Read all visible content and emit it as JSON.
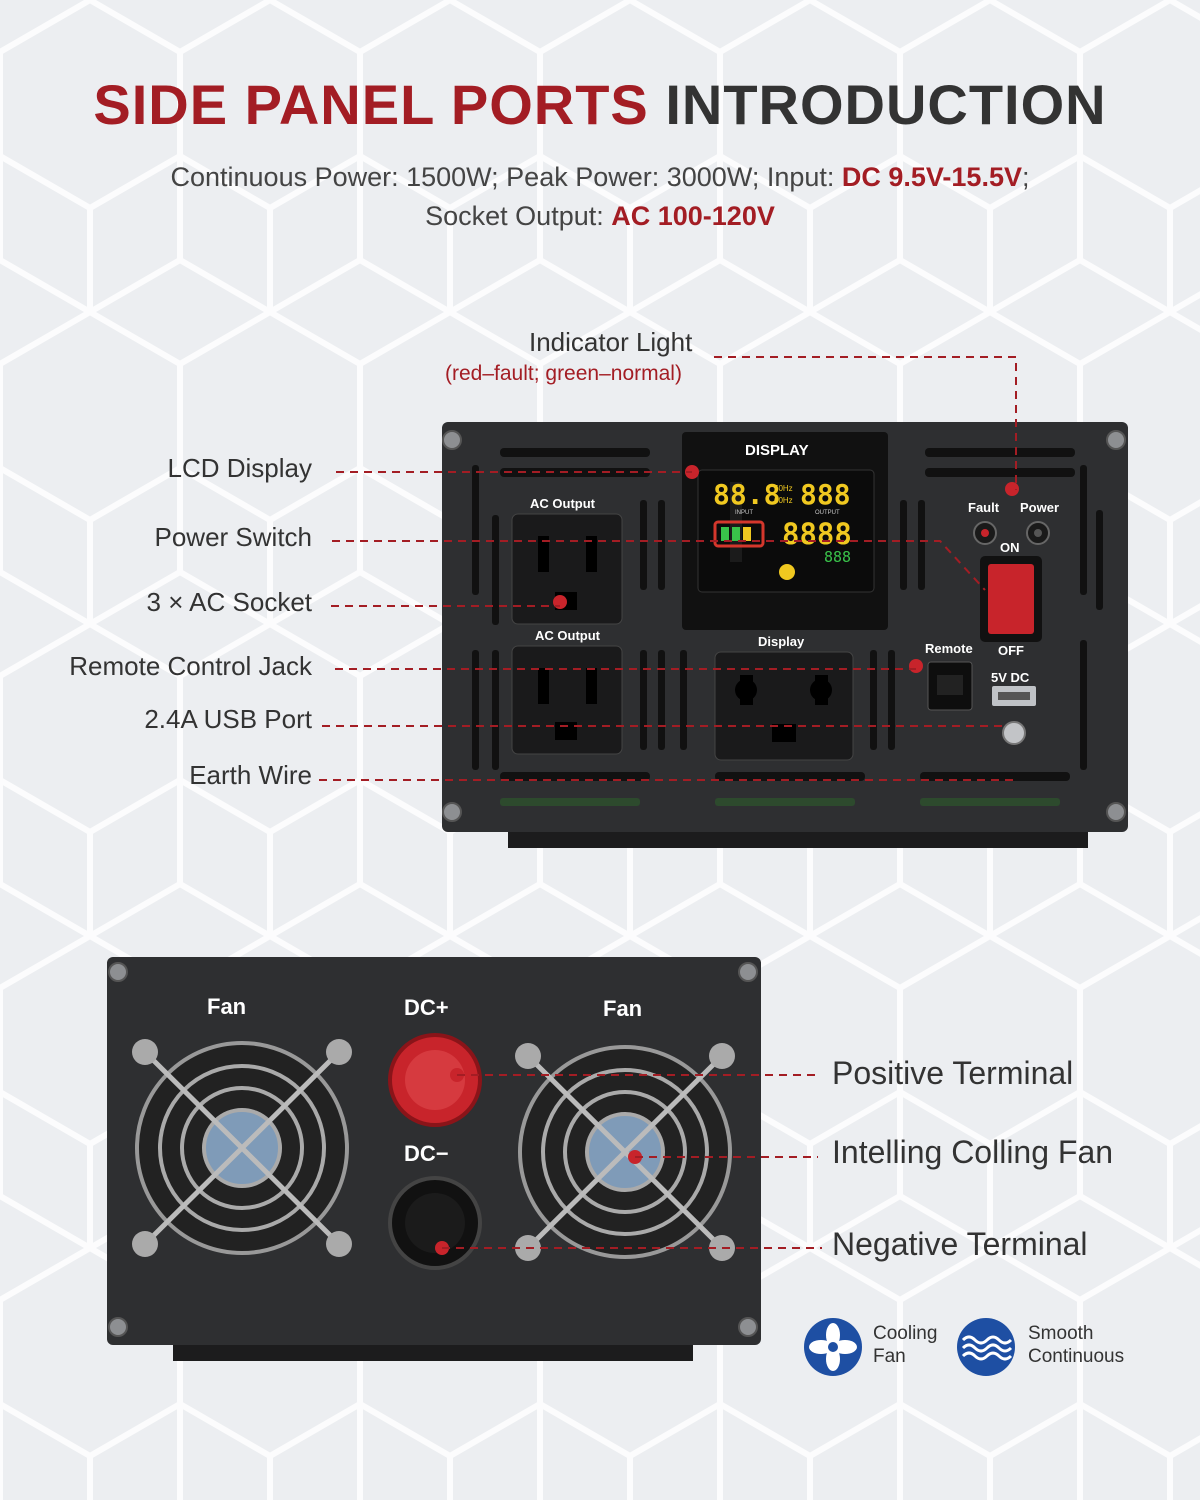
{
  "title": {
    "part1": "SIDE PANEL PORTS",
    "part2": "INTRODUCTION"
  },
  "specs": {
    "line1_prefix": "Continuous Power: 1500W; Peak Power: 3000W; Input: ",
    "line1_highlight": "DC 9.5V-15.5V",
    "line1_suffix": ";",
    "line2_prefix": "Socket Output: ",
    "line2_highlight": "AC 100-120V"
  },
  "front_panel": {
    "indicator_label": "Indicator Light",
    "indicator_note": "(red–fault; green–normal)",
    "labels": [
      "LCD Display",
      "Power Switch",
      "3 × AC Socket",
      "Remote Control Jack",
      "2.4A USB Port",
      "Earth Wire"
    ],
    "printed": {
      "display_header": "DISPLAY",
      "ac_output_1": "AC Output",
      "ac_output_2": "AC Output",
      "display_socket": "Display",
      "fault": "Fault",
      "power": "Power",
      "on": "ON",
      "off": "OFF",
      "remote": "Remote",
      "usb": "5V DC"
    },
    "lcd": {
      "volts_in": "88.8",
      "volts_out": "888",
      "watts": "8888",
      "temp": "888",
      "hz50": "50Hz",
      "hz60": "60Hz",
      "input": "INPUT",
      "output": "OUTPUT"
    }
  },
  "rear_panel": {
    "printed": {
      "fan_left": "Fan",
      "fan_right": "Fan",
      "dc_plus": "DC+",
      "dc_minus": "DC−"
    },
    "labels": [
      "Positive Terminal",
      "Intelling Colling Fan",
      "Negative Terminal"
    ]
  },
  "features": [
    {
      "line1": "Cooling",
      "line2": "Fan",
      "icon": "fan-icon"
    },
    {
      "line1": "Smooth",
      "line2": "Continuous",
      "icon": "wave-icon"
    }
  ],
  "colors": {
    "accent": "#a31d24",
    "text": "#333333",
    "panel": "#2d2d2f",
    "icon_blue": "#1e4fa3"
  }
}
